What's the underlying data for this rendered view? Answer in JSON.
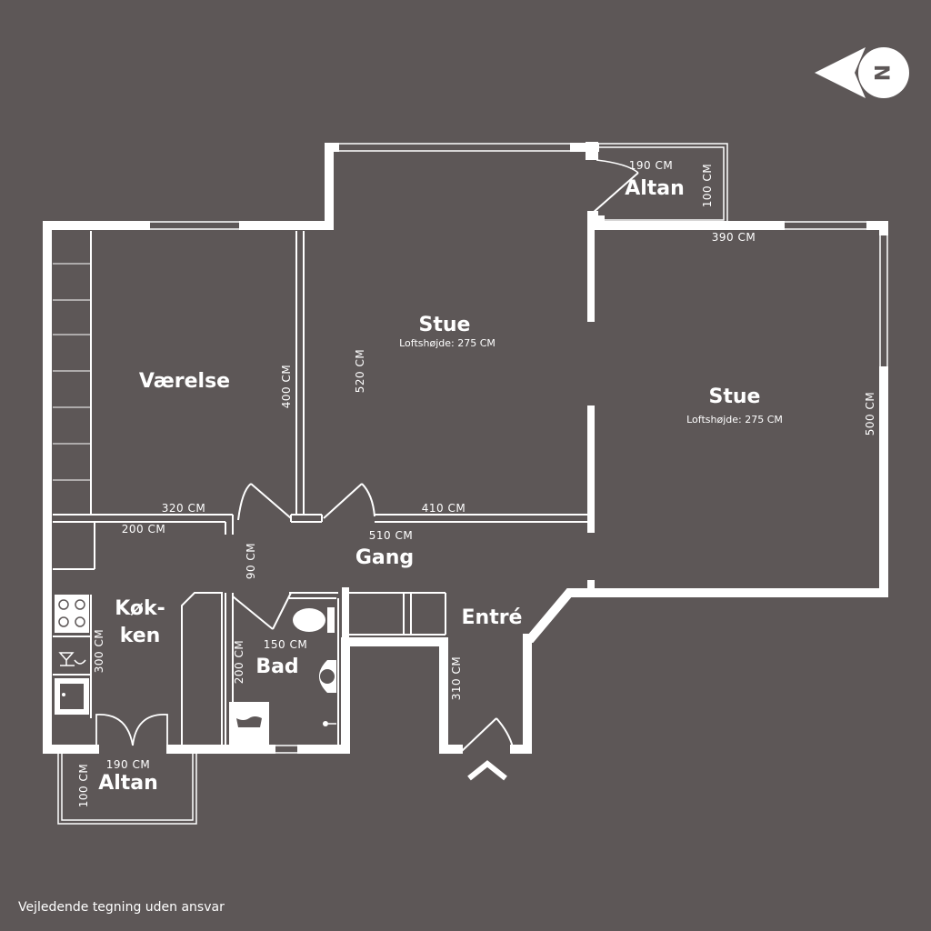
{
  "colors": {
    "background": "#5d5757",
    "walls": "#ffffff"
  },
  "compass": {
    "letter": "N",
    "icon": "north-arrow-icon"
  },
  "rooms": {
    "vaerelse": {
      "name": "Værelse"
    },
    "stue_left": {
      "name": "Stue",
      "ceiling": "Loftshøjde: 275 CM"
    },
    "stue_right": {
      "name": "Stue",
      "ceiling": "Loftshøjde: 275 CM"
    },
    "altan_top": {
      "name": "Altan"
    },
    "gang": {
      "name": "Gang"
    },
    "kokken": {
      "line1": "Køk-",
      "line2": "ken"
    },
    "bad": {
      "name": "Bad"
    },
    "entre": {
      "name": "Entré"
    },
    "altan_bottom": {
      "name": "Altan"
    }
  },
  "dimensions": {
    "altan_top_width": "190 CM",
    "altan_top_depth": "100 CM",
    "stue_right_width": "390 CM",
    "stue_right_depth": "500 CM",
    "stue_left_depth": "520 CM",
    "stue_left_width": "410 CM",
    "vaerelse_depth": "400 CM",
    "vaerelse_width": "320 CM",
    "kitchen_width": "200 CM",
    "gang_length": "510 CM",
    "gang_width": "90 CM",
    "bad_width": "150 CM",
    "bad_depth": "200 CM",
    "kitchen_depth": "300 CM",
    "entre_depth": "310 CM",
    "altan_bottom_width": "190 CM",
    "altan_bottom_depth": "100 CM"
  },
  "disclaimer": "Vejledende tegning uden ansvar"
}
